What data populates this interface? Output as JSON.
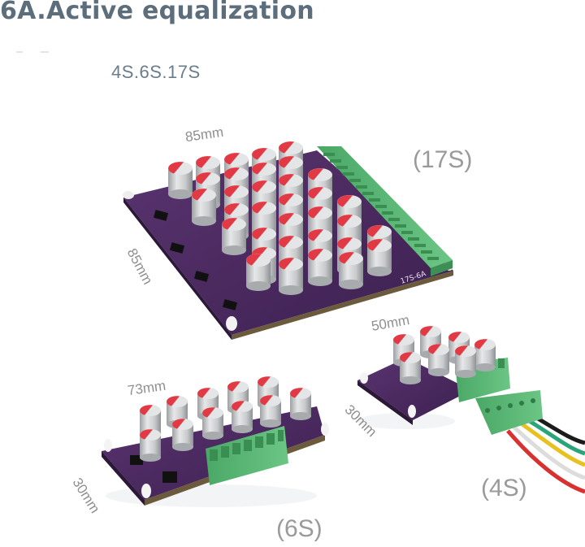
{
  "header": {
    "title": "6A.Active equalization",
    "subtitle": "4S.6S.17S"
  },
  "boards": [
    {
      "id": "17S",
      "series_label": "(17S)",
      "width_label": "85mm",
      "depth_label": "85mm",
      "silkscreen": "17S-6A",
      "capacitor_count": 36,
      "connector_color": "#5fb878"
    },
    {
      "id": "6S",
      "series_label": "(6S)",
      "width_label": "73mm",
      "depth_label": "30mm",
      "capacitor_count": 11,
      "connector_positions": 7
    },
    {
      "id": "4S",
      "series_label": "(4S)",
      "width_label": "50mm",
      "depth_label": "30mm",
      "capacitor_count": 7,
      "connector_positions": 5,
      "wire_colors": [
        "#d93030",
        "#e8e8e8",
        "#e8c020",
        "#2aa57a",
        "#1c1c1c"
      ]
    }
  ],
  "colors": {
    "title": "#5c6e7c",
    "pcb": "#4a2a5c",
    "capacitor_body": "#cfd1d3",
    "capacitor_top": "#e03a44",
    "connector": "#5fb878"
  }
}
